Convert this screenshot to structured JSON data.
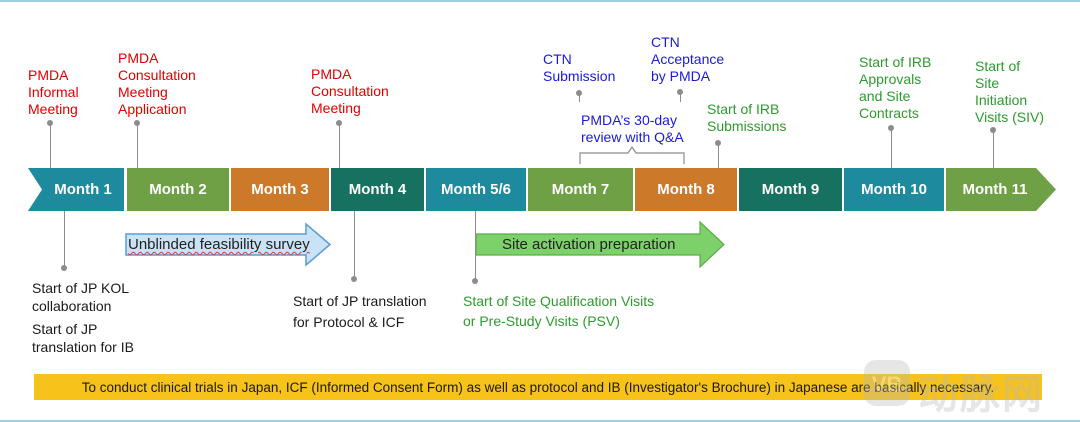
{
  "colors": {
    "teal": "#1e8a9e",
    "olive": "#6fa046",
    "orange": "#cc7a2a",
    "dark_green": "#177160",
    "arrow_blue": "#c9e2f5",
    "arrow_green": "#7dd16a",
    "notice_bg": "#f7c21a",
    "red_text": "#e00000",
    "blue_text": "#1a1ad6",
    "green_text": "#2e9b2e"
  },
  "months": [
    {
      "label": "Month 1",
      "color": "teal"
    },
    {
      "label": "Month 2",
      "color": "olive"
    },
    {
      "label": "Month 3",
      "color": "orange"
    },
    {
      "label": "Month 4",
      "color": "dark_green"
    },
    {
      "label": "Month 5/6",
      "color": "teal"
    },
    {
      "label": "Month 7",
      "color": "olive"
    },
    {
      "label": "Month 8",
      "color": "orange"
    },
    {
      "label": "Month 9",
      "color": "dark_green"
    },
    {
      "label": "Month 10",
      "color": "teal"
    },
    {
      "label": "Month 11",
      "color": "olive"
    }
  ],
  "top_labels": {
    "pmda_informal": "PMDA\nInformal\nMeeting",
    "pmda_consult_app": "PMDA\nConsultation\nMeeting\nApplication",
    "pmda_consult": "PMDA\nConsultation\nMeeting",
    "ctn_submission": "CTN\nSubmission",
    "ctn_acceptance": "CTN\nAcceptance\nby PMDA",
    "pmda_review": "PMDA’s 30-day\nreview with Q&A",
    "irb_submissions": "Start of IRB\nSubmissions",
    "irb_approvals": "Start of IRB\nApprovals\nand Site\nContracts",
    "siv": "Start of\nSite\nInitiation\nVisits (SIV)"
  },
  "bottom_labels": {
    "kol": "Start of JP KOL\ncollaboration",
    "ib": "Start of JP\ntranslation for IB",
    "protocol_icf": "Start of JP translation\n  for Protocol & ICF",
    "psv": "Start of Site Qualification Visits\nor Pre-Study Visits (PSV)"
  },
  "arrows": {
    "feasibility": "Unblinded feasibility survey",
    "site_activation": "Site activation preparation"
  },
  "notice": "To conduct clinical trials in Japan, ICF (Informed Consent Form) as well as protocol and IB (Investigator's Brochure) in Japanese are basically necessary.",
  "watermark_text": "动脉网"
}
